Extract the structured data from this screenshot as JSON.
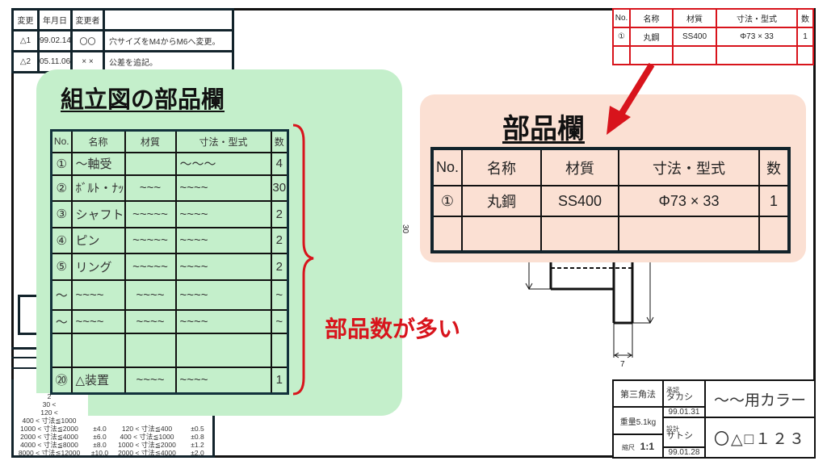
{
  "revision_table": {
    "headers": [
      "変更",
      "年月日",
      "変更者",
      ""
    ],
    "rows": [
      [
        "△1",
        "99.02.14",
        "〇〇",
        "穴サイズをM4からM6へ変更。"
      ],
      [
        "△2",
        "05.11.06",
        "× ×",
        "公差を追記。"
      ]
    ]
  },
  "drawing_parts_table": {
    "headers": [
      "No.",
      "名称",
      "材質",
      "寸法・型式",
      "数"
    ],
    "rows": [
      [
        "①",
        "丸鋼",
        "SS400",
        "Φ73 × 33",
        "1"
      ],
      [
        "",
        "",
        "",
        "",
        ""
      ]
    ]
  },
  "assembly_panel": {
    "title": "組立図の部品欄",
    "headers": [
      "No.",
      "名称",
      "材質",
      "寸法・型式",
      "数"
    ],
    "rows": [
      [
        "①",
        "〜軸受",
        "",
        "〜〜〜",
        "4"
      ],
      [
        "②",
        "ﾎﾞﾙﾄ・ﾅｯﾄ",
        "~~~",
        "~~~~",
        "30"
      ],
      [
        "③",
        "シャフト",
        "~~~~~",
        "~~~~",
        "2"
      ],
      [
        "④",
        "ピン",
        "~~~~~",
        "~~~~",
        "2"
      ],
      [
        "⑤",
        "リング",
        "~~~~~",
        "~~~~",
        "2"
      ],
      [
        "〜",
        "~~~~",
        "~~~~",
        "~~~~",
        "~"
      ],
      [
        "〜",
        "~~~~",
        "~~~~",
        "~~~~",
        "~"
      ],
      [
        "",
        "",
        "",
        "",
        ""
      ],
      [
        "⑳",
        "△装置",
        "~~~~",
        "~~~~",
        "1"
      ]
    ],
    "callout": "部品数が多い"
  },
  "parts_panel": {
    "title": "部品欄",
    "headers": [
      "No.",
      "名称",
      "材質",
      "寸法・型式",
      "数"
    ],
    "rows": [
      [
        "①",
        "丸鋼",
        "SS400",
        "Φ73 × 33",
        "1"
      ],
      [
        "",
        "",
        "",
        "",
        ""
      ]
    ]
  },
  "dimensions": {
    "height": "30",
    "width": "7"
  },
  "tolerance_table": {
    "rows": [
      [
        "2",
        "",
        "",
        ""
      ],
      [
        "30 <",
        "",
        "",
        ""
      ],
      [
        "120 <",
        "",
        "",
        ""
      ],
      [
        "400 < 寸法≦1000",
        "",
        "",
        ""
      ],
      [
        "1000 < 寸法≦2000",
        "±4.0",
        "120 < 寸法≦400",
        "±0.5"
      ],
      [
        "2000 < 寸法≦4000",
        "±6.0",
        "400 < 寸法≦1000",
        "±0.8"
      ],
      [
        "4000 < 寸法≦8000",
        "±8.0",
        "1000 < 寸法≦2000",
        "±1.2"
      ],
      [
        "8000 < 寸法≦12000",
        "±10.0",
        "2000 < 寸法≦4000",
        "±2.0"
      ]
    ]
  },
  "title_block": {
    "projection": "第三角法",
    "weight": "重量5.1kg",
    "scale_label": "縮尺",
    "scale": "1:1",
    "approved_label": "承認",
    "approved_by": "タカシ",
    "approved_date": "99.01.31",
    "designed_label": "設計",
    "designed_by": "サトシ",
    "designed_date": "99.01.28",
    "part_name": "〜〜用カラー",
    "drawing_number": "〇△□１２３"
  },
  "colors": {
    "green_panel": "#c4efcb",
    "peach_panel": "#fbe0d3",
    "accent_red": "#d8141c"
  }
}
